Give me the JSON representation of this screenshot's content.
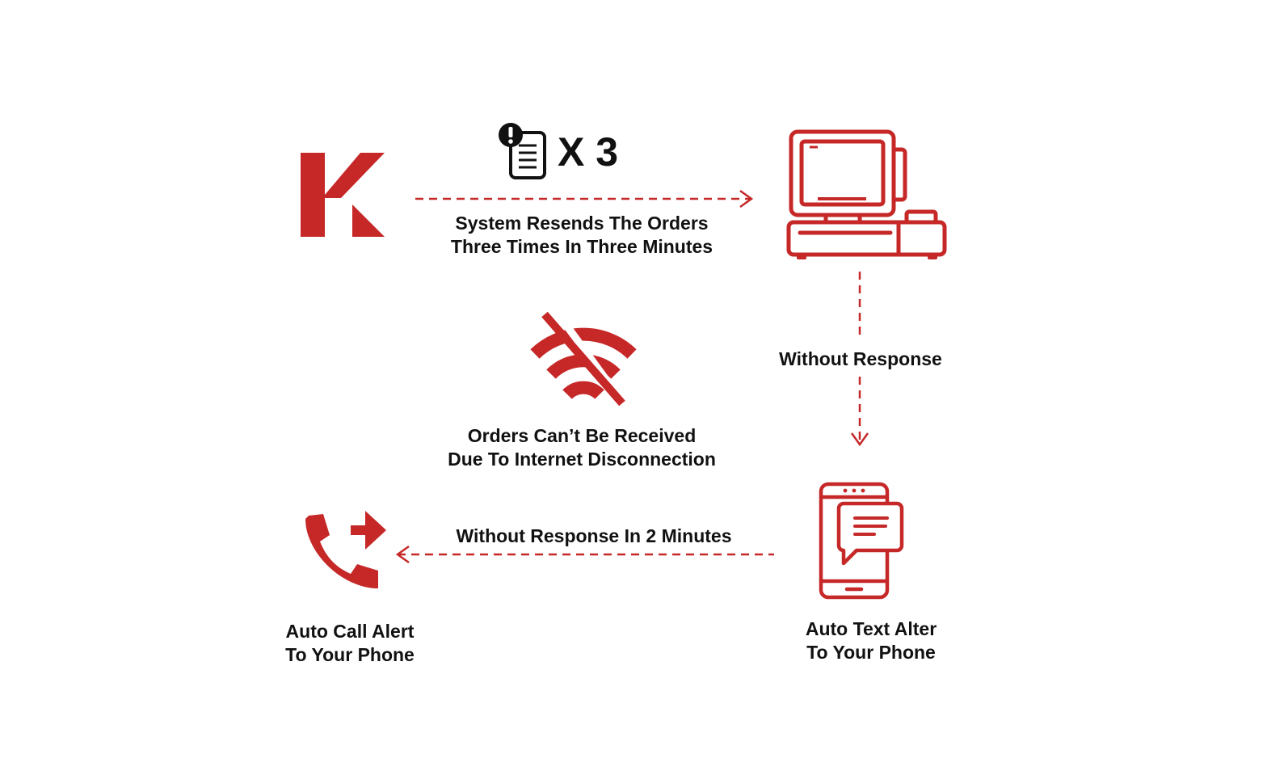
{
  "colors": {
    "accent": "#c62828",
    "text": "#111111",
    "background": "#ffffff"
  },
  "icons": {
    "logo": "k-logo",
    "orders": "order-document-alert-icon",
    "pos": "pos-terminal-icon",
    "wifi_off": "wifi-off-icon",
    "phone_message": "phone-message-icon",
    "call_forward": "call-forward-icon"
  },
  "multiplier": "X 3",
  "steps": {
    "resend": {
      "line1": "System Resends The Orders",
      "line2": "Three Times In Three Minutes"
    },
    "no_response": "Without Response",
    "disconnected": {
      "line1": "Orders Can’t Be Received",
      "line2": "Due To Internet Disconnection"
    },
    "no_response_2min": "Without Response In 2 Minutes",
    "text_alert": {
      "line1": "Auto Text Alter",
      "line2": "To Your Phone"
    },
    "call_alert": {
      "line1": "Auto Call Alert",
      "line2": "To Your Phone"
    }
  }
}
